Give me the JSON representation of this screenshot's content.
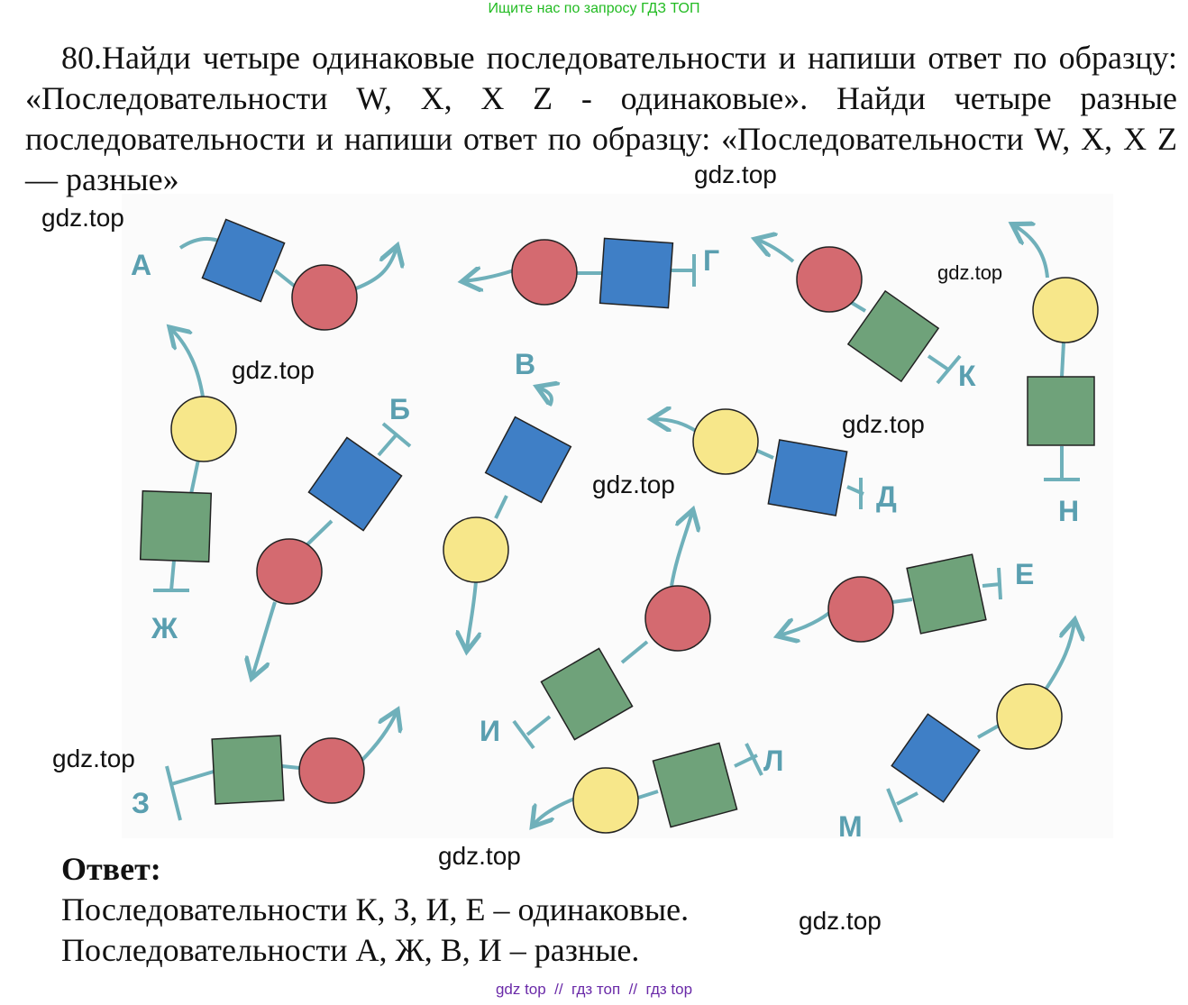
{
  "header_note": "Ищите нас по запросу ГДЗ ТОП",
  "task_text": "80.Найди четыре одинаковые последовательности и напиши ответ по образцу: «Последовательности W, X, X Z - одинаковые». Найди четыре разные последовательности и напиши ответ по образцу: «Последовательности W, X, X Z — разные»",
  "watermark": "gdz.top",
  "sequences": {
    "a": "А",
    "b": "Б",
    "v": "В",
    "g": "Г",
    "d": "Д",
    "e": "Е",
    "zh": "Ж",
    "z": "З",
    "i": "И",
    "k": "К",
    "l": "Л",
    "m": "М",
    "n": "Н"
  },
  "colors": {
    "blue": "#3f7fc6",
    "red": "#d46a70",
    "yellow": "#f7e78a",
    "green": "#6fa27a",
    "arrow": "#6fb0ba",
    "label": "#5a9fb0"
  },
  "answer": {
    "title": "Ответ:",
    "line1": "Последовательности К, З, И, Е – одинаковые.",
    "line2": "Последовательности А, Ж, В, И – разные."
  },
  "footer_note": "gdz top  //  гдз топ  //  гдз top"
}
